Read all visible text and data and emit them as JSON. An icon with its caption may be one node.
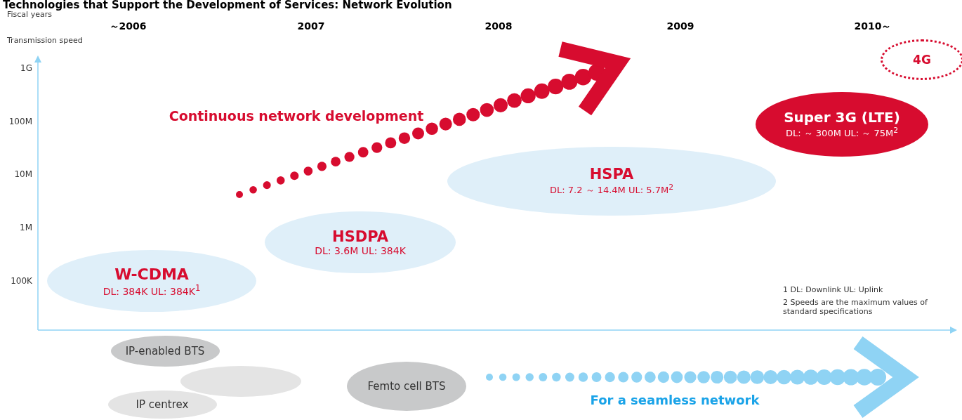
{
  "diagram": {
    "title": "Technologies that Support the Development of Services: Network Evolution",
    "nodes": [
      {
        "text": [
          "W-CDMA",
          "DL: 384K UL: 384K$^{1}$"
        ]
      },
      {
        "text": [
          "HSDPA",
          "DL: 3.6M UL: 384K"
        ]
      },
      {
        "text": [
          "HSPA",
          "DL: 7.2 ～ 14.4M UL: 5.7M$^{2}$"
        ]
      },
      {
        "text": [
          "Super 3G (LTE)",
          "DL: ～ 300M UL: ～ 75M$^{2}$"
        ]
      },
      {
        "text": [
          "4G"
        ]
      },
      {
        "text": [
          "IP-enabled BTS"
        ]
      },
      {
        "text": [],
        "shape": "ellipse"
      },
      {
        "text": [
          "IP centrex"
        ]
      },
      {
        "text": [
          "Femto cell BTS"
        ]
      }
    ],
    "labels": [
      "Fiscal years",
      "～2006",
      "2007",
      "2008",
      "2009",
      "2010～",
      "Transmission speed",
      "1G",
      "100M",
      "10M",
      "1M",
      "100K",
      "Continuous network development",
      "1 DL: Downlink UL: Uplink",
      "2 Speeds are the maximum values of standard specifications",
      "For a seamless network"
    ]
  }
}
